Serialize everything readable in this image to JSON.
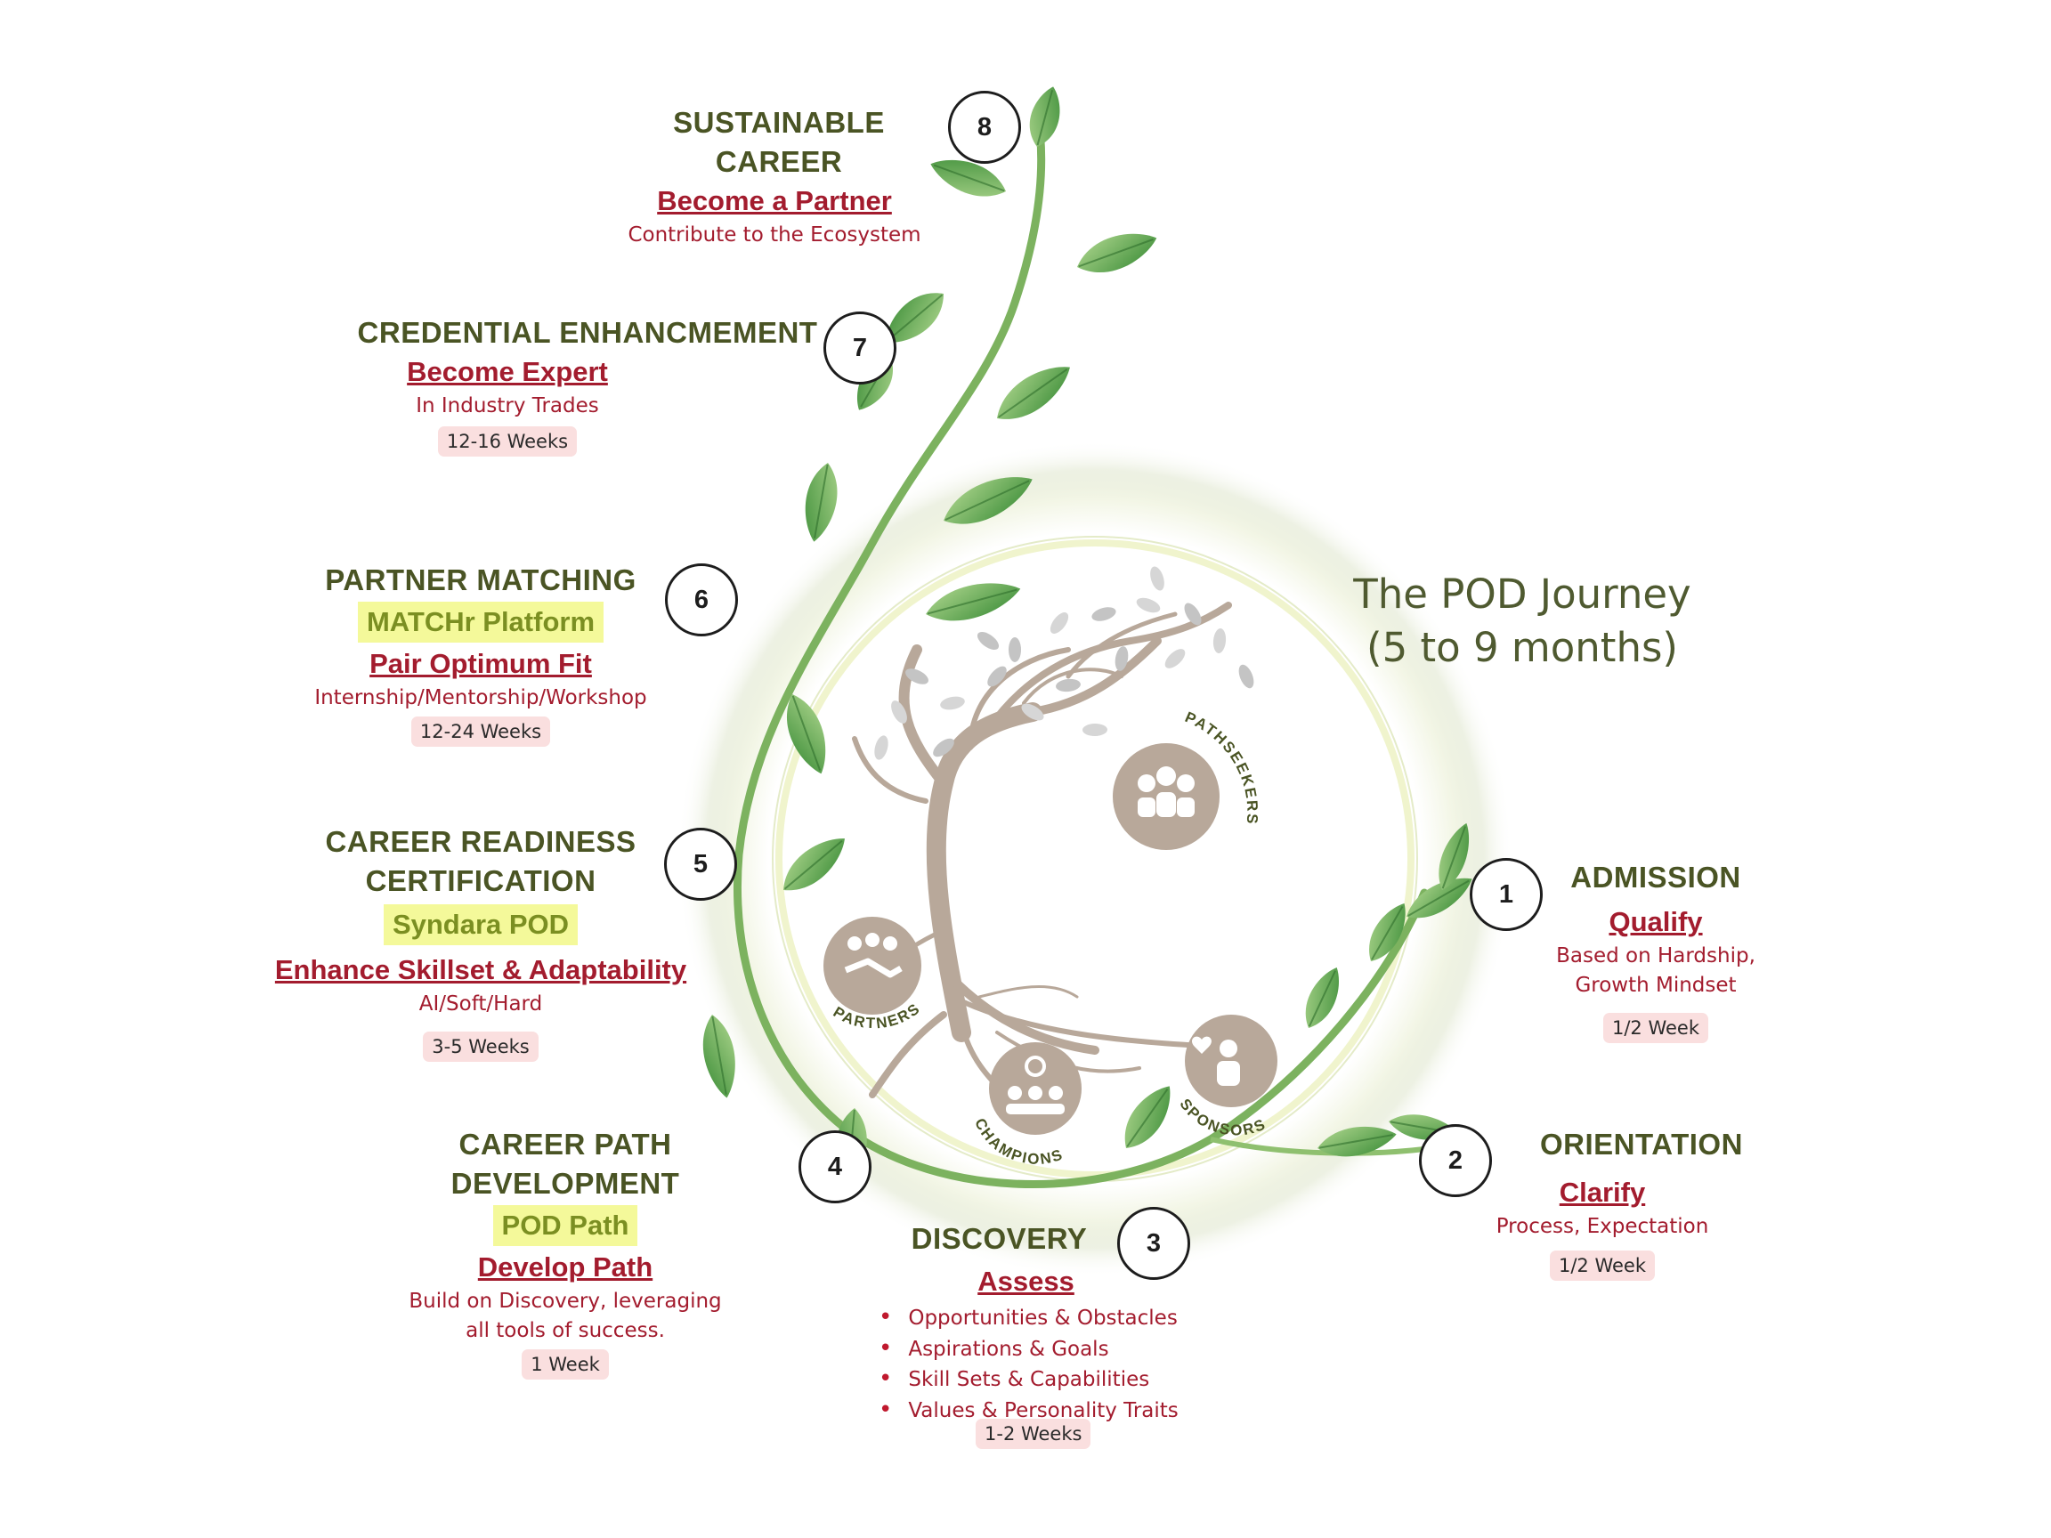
{
  "journey": {
    "title": "The POD Journey",
    "subtitle": "(5 to 9 months)"
  },
  "emblem": {
    "pathseekers": "PATHSEEKERS",
    "partners": "PARTNERS",
    "champions": "CHAMPIONS",
    "sponsors": "SPONSORS"
  },
  "steps": [
    {
      "num": "1",
      "title": "ADMISSION",
      "action": "Qualify",
      "desc1": "Based on Hardship,",
      "desc2": "Growth Mindset",
      "duration": "1/2 Week"
    },
    {
      "num": "2",
      "title": "ORIENTATION",
      "action": "Clarify",
      "desc1": "Process, Expectation",
      "duration": "1/2 Week"
    },
    {
      "num": "3",
      "title": "DISCOVERY",
      "action": "Assess",
      "bullets": [
        "Opportunities & Obstacles",
        "Aspirations & Goals",
        "Skill Sets & Capabilities",
        "Values & Personality Traits"
      ],
      "duration": "1-2 Weeks"
    },
    {
      "num": "4",
      "title": "CAREER PATH DEVELOPMENT",
      "highlight": "POD Path",
      "action": "Develop Path",
      "desc1": "Build on Discovery, leveraging",
      "desc2": "all tools of success.",
      "duration": "1 Week"
    },
    {
      "num": "5",
      "title1": "CAREER READINESS",
      "title2": "CERTIFICATION",
      "highlight": "Syndara POD",
      "action": "Enhance Skillset & Adaptability",
      "desc1": "AI/Soft/Hard",
      "duration": "3-5 Weeks"
    },
    {
      "num": "6",
      "title": "PARTNER MATCHING",
      "highlight": "MATCHr Platform",
      "action": "Pair Optimum Fit",
      "desc1": "Internship/Mentorship/Workshop",
      "duration": "12-24 Weeks"
    },
    {
      "num": "7",
      "title": "CREDENTIAL ENHANCMEMENT",
      "action": "Become Expert",
      "desc1": "In Industry Trades",
      "duration": "12-16 Weeks"
    },
    {
      "num": "8",
      "title": "SUSTAINABLE CAREER",
      "action": "Become a Partner",
      "desc1": "Contribute to the Ecosystem"
    }
  ],
  "colors": {
    "title": "#4a5424",
    "action": "#a31c2e",
    "highlight": "#f4f99a",
    "pill": "#fadfdf",
    "leaf": "#6aa84f",
    "emblem": "#b8a89a"
  }
}
